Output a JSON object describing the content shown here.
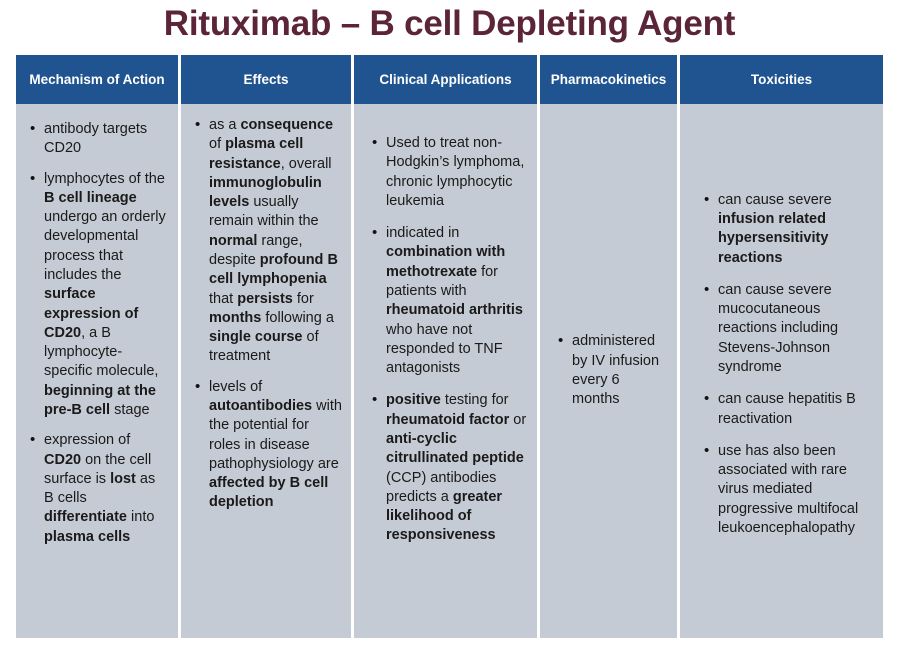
{
  "slide": {
    "title": "Rituximab – B cell Depleting Agent",
    "title_color": "#5B2438",
    "header_bg": "#1F5490",
    "header_text_color": "#FFFFFF",
    "body_bg": "#C5CBD4",
    "page_bg": "#FFFFFF"
  },
  "table": {
    "columns": [
      {
        "header": "Mechanism of Action"
      },
      {
        "header": "Effects"
      },
      {
        "header": "Clinical Applications"
      },
      {
        "header": "Pharmacokinetics"
      },
      {
        "header": "Toxicities"
      }
    ],
    "cells": {
      "mechanism_of_action": [
        "antibody targets CD20",
        "lymphocytes of the <b>B cell lineage</b> undergo an orderly developmental process that includes the <b>surface expression of CD20</b>, a B lymphocyte-specific molecule, <b>beginning at the pre-B cell</b> stage",
        "expression of <b>CD20</b> on the cell surface is <b>lost</b> as B cells <b>differentiate</b> into <b>plasma cells</b>"
      ],
      "effects": [
        "as a <b>consequence</b> of <b>plasma cell resistance</b>, overall <b>immunoglobulin levels</b> usually remain within the <b>normal</b> range, despite <b>profound B cell lymphopenia</b> that <b>persists</b> for <b>months</b> following a <b>single course</b> of treatment",
        "levels of <b>autoantibodies</b> with the potential for roles in disease pathophysiology are <b>affected by B cell depletion</b>"
      ],
      "clinical_applications": [
        "Used to treat non-Hodgkin’s lymphoma, chronic lymphocytic leukemia",
        "indicated in <b>combination with methotrexate</b> for patients with <b>rheumatoid arthritis</b> who have not responded to TNF antagonists",
        "<b>positive</b> testing for <b>rheumatoid factor</b> or <b>anti-cyclic citrullinated peptide</b> (CCP) antibodies predicts a <b>greater likelihood of responsiveness</b>"
      ],
      "pharmacokinetics": [
        "administered by IV infusion every 6 months"
      ],
      "toxicities": [
        "can cause severe <b>infusion related hypersensitivity reactions</b>",
        "can cause severe mucocutaneous reactions including Stevens-Johnson syndrome",
        "can cause hepatitis B reactivation",
        "use has also been associated with rare virus mediated progressive multifocal leukoencephalopathy"
      ]
    }
  }
}
